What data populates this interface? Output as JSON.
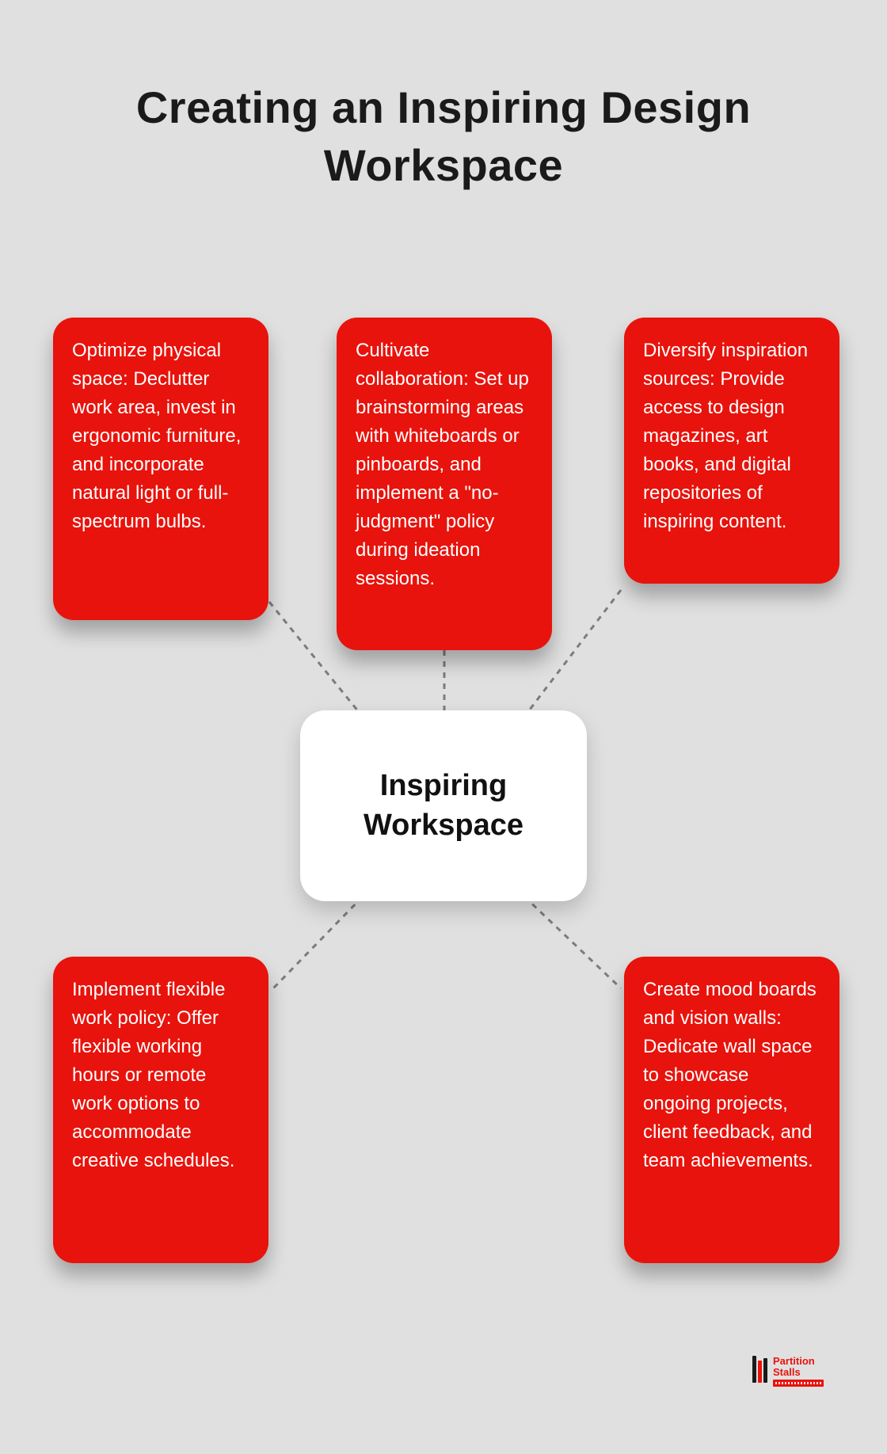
{
  "title": "Creating an Inspiring Design Workspace",
  "center": {
    "label": "Inspiring Workspace"
  },
  "nodes": [
    {
      "id": "optimize-physical-space",
      "text": "Optimize physical space: Declutter work area, invest in ergonomic furniture, and incorporate natural light or full-spectrum bulbs."
    },
    {
      "id": "cultivate-collaboration",
      "text": "Cultivate collaboration: Set up brainstorming areas with whiteboards or pinboards, and implement a \"no-judgment\" policy during ideation sessions."
    },
    {
      "id": "diversify-inspiration",
      "text": "Diversify inspiration sources: Provide access to design magazines, art books, and digital repositories of inspiring content."
    },
    {
      "id": "flexible-work-policy",
      "text": "Implement flexible work policy: Offer flexible working hours or remote work options to accommodate creative schedules."
    },
    {
      "id": "mood-boards",
      "text": "Create mood boards and vision walls: Dedicate wall space to showcase ongoing projects, client feedback, and team achievements."
    }
  ],
  "logo": {
    "line1": "Partition",
    "line2": "Stalls"
  },
  "colors": {
    "background": "#e0e0e0",
    "card": "#e8130c",
    "card_text": "#ffffff",
    "center_bg": "#ffffff",
    "center_text": "#111111",
    "connector": "#7c7c7c",
    "title": "#1a1a1a"
  }
}
